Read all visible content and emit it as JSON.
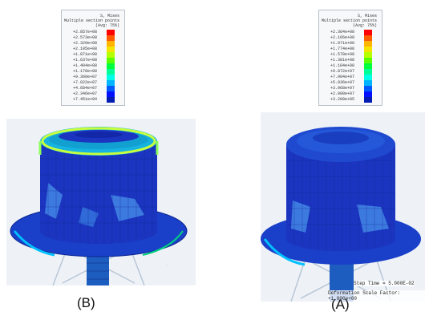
{
  "panels": [
    {
      "id": "B",
      "caption": "(B)",
      "legend": {
        "header": [
          "S, Mises",
          "Multiple section points",
          "(Avg: 75%)"
        ],
        "values": [
          "+2.857e+08",
          "+2.573e+08",
          "+2.329e+08",
          "+2.105e+08",
          "+1.871e+08",
          "+1.637e+08",
          "+1.404e+08",
          "+1.170e+08",
          "+9.360e+07",
          "+7.022e+07",
          "+4.684e+07",
          "+2.346e+07",
          "+7.451e+04"
        ]
      },
      "footer_text": ""
    },
    {
      "id": "A",
      "caption": "(A)",
      "legend": {
        "header": [
          "S, Mises",
          "Multiple section points",
          "(Avg: 75%)"
        ],
        "values": [
          "+2.364e+08",
          "+2.166e+08",
          "+1.971e+08",
          "+1.774e+08",
          "+1.578e+08",
          "+1.381e+08",
          "+1.184e+08",
          "+9.872e+07",
          "+7.904e+07",
          "+5.936e+07",
          "+3.968e+07",
          "+2.000e+07",
          "+3.200e+05"
        ]
      },
      "footer_text": [
        "Step Time =  5.000E-02",
        "Deformation Scale Factor: +1.000e+00"
      ]
    }
  ],
  "legend_colors": [
    "#ff0000",
    "#ff5a00",
    "#ffb400",
    "#f5e400",
    "#b4ff00",
    "#5aff00",
    "#00ff3c",
    "#00ff96",
    "#00ffe6",
    "#00b4ff",
    "#005aff",
    "#0010ff",
    "#001ab4"
  ]
}
